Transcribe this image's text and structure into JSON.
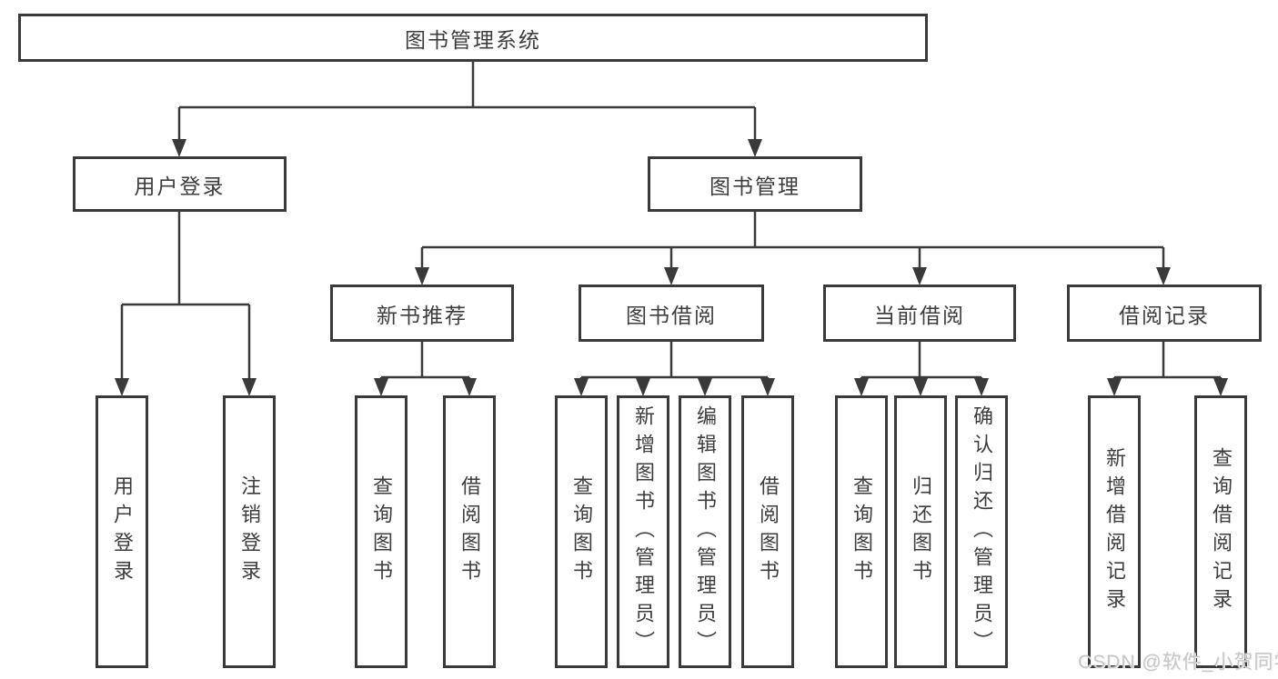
{
  "page": {
    "background": "#ffffff",
    "line_color": "#3a3a3a",
    "text_color": "#3d3d3d"
  },
  "tree": {
    "root": {
      "label": "图书管理系统"
    },
    "branches": [
      {
        "label": "用户登录",
        "children": [
          {
            "label": "用户登录"
          },
          {
            "label": "注销登录"
          }
        ]
      },
      {
        "label": "图书管理",
        "groups": [
          {
            "label": "新书推荐",
            "children": [
              {
                "label": "查询图书"
              },
              {
                "label": "借阅图书"
              }
            ]
          },
          {
            "label": "图书借阅",
            "children": [
              {
                "label": "查询图书"
              },
              {
                "label": "新增图书（管理员）"
              },
              {
                "label": "编辑图书（管理员）"
              },
              {
                "label": "借阅图书"
              }
            ]
          },
          {
            "label": "当前借阅",
            "children": [
              {
                "label": "查询图书"
              },
              {
                "label": "归还图书"
              },
              {
                "label": "确认归还（管理员）"
              }
            ]
          },
          {
            "label": "借阅记录",
            "children": [
              {
                "label": "新增借阅记录"
              },
              {
                "label": "查询借阅记录"
              }
            ]
          }
        ]
      }
    ]
  },
  "watermark": {
    "text": "CSDN @软件_小贺同学"
  }
}
